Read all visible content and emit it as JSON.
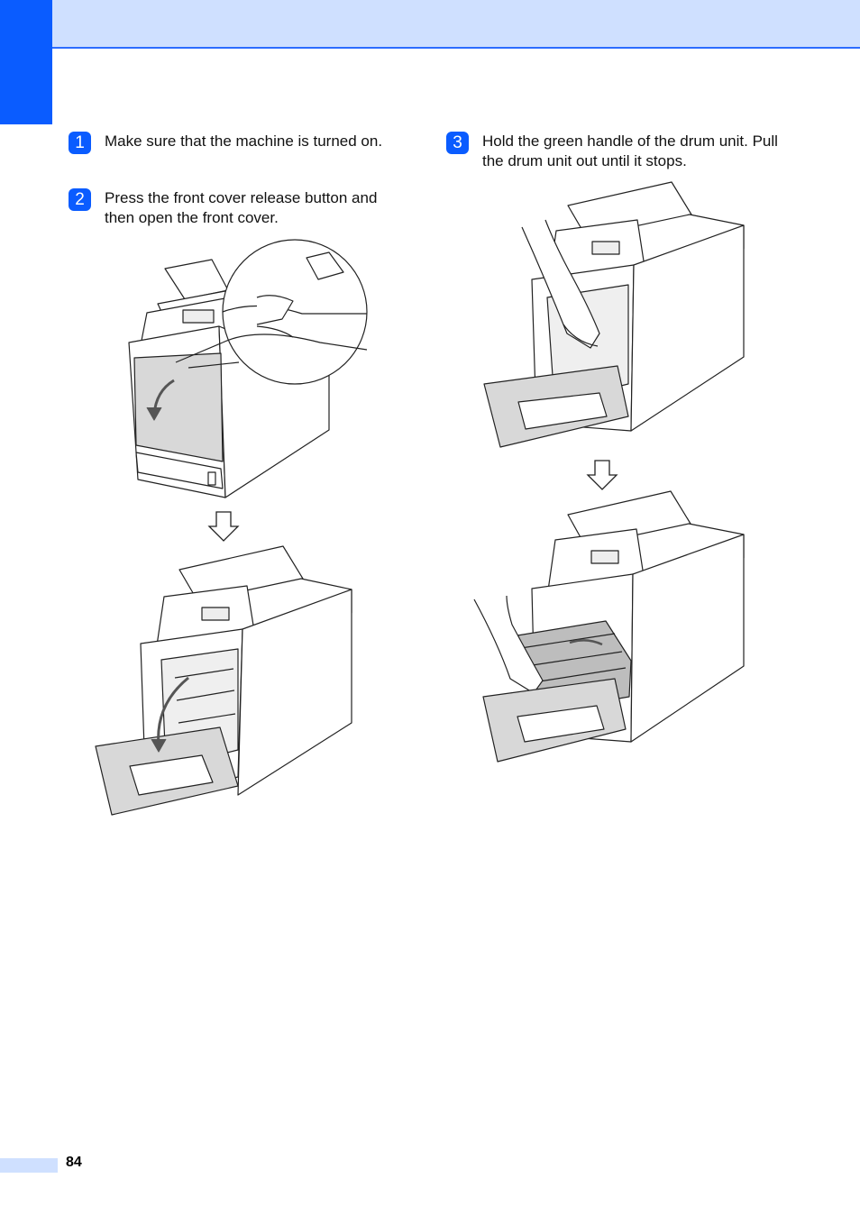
{
  "steps": [
    {
      "number": "1",
      "text": "Make sure that the machine is turned on."
    },
    {
      "number": "2",
      "text": "Press the front cover release button and then open the front cover."
    },
    {
      "number": "3",
      "text": "Hold the green handle of the drum unit. Pull the drum unit out until it stops."
    }
  ],
  "footer": {
    "page_number": "84"
  },
  "colors": {
    "accent": "#0a5cff",
    "band": "#cfe0ff"
  }
}
